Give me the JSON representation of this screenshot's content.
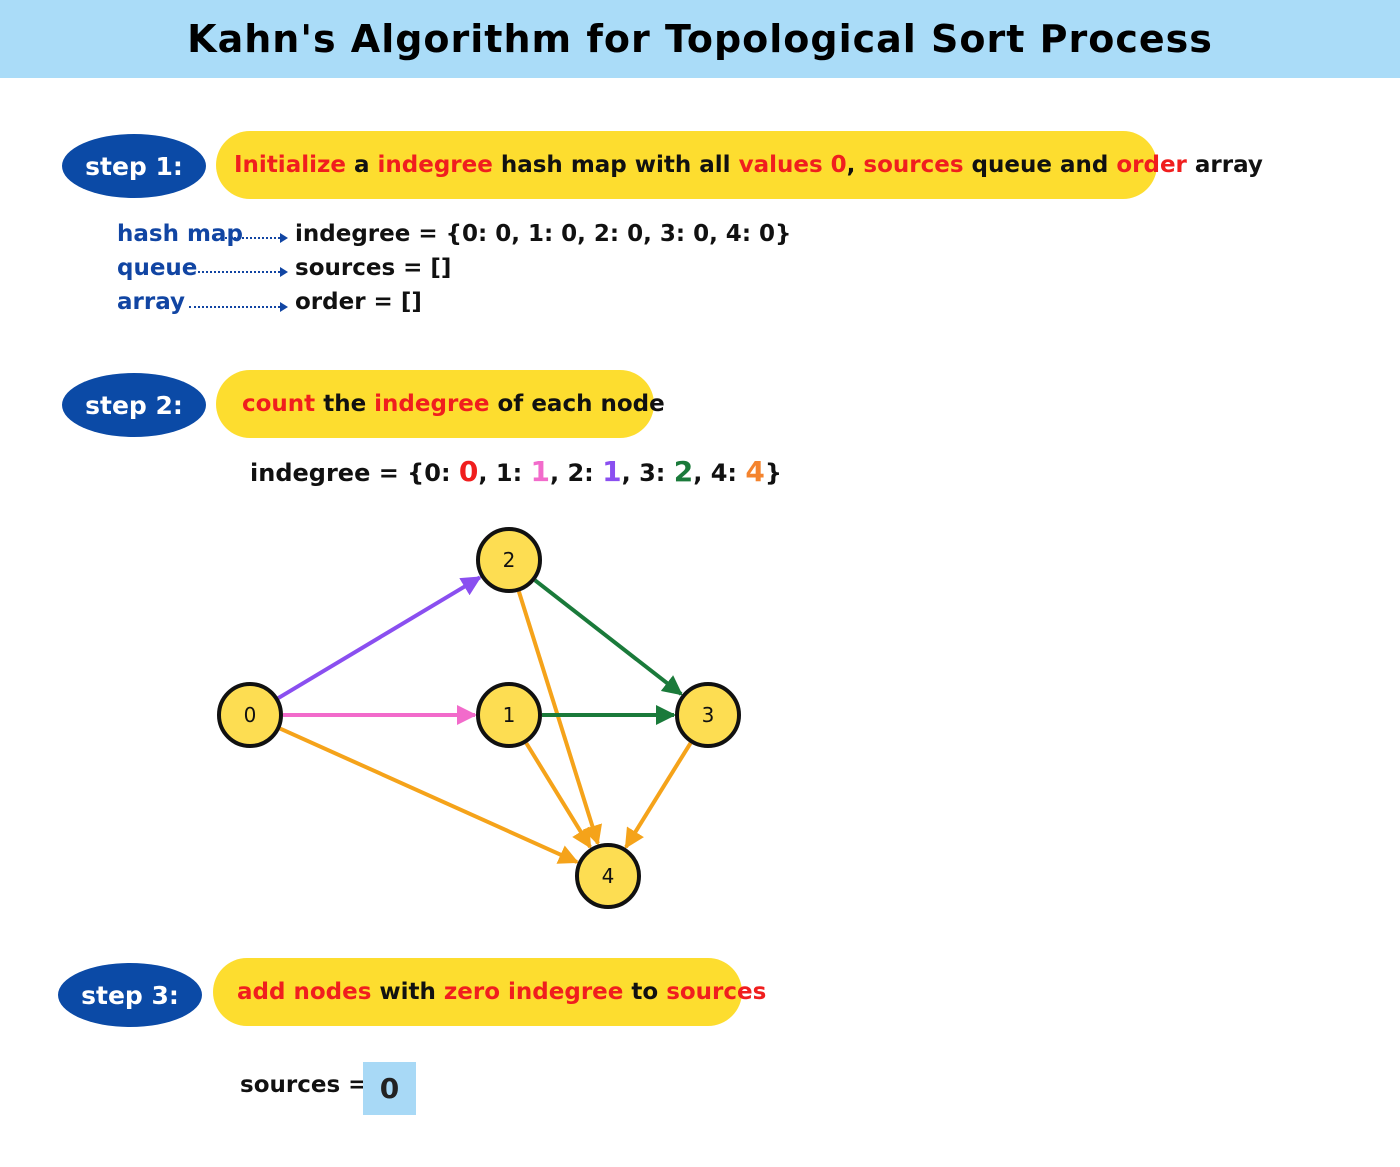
{
  "title": "Kahn's Algorithm for Topological Sort Process",
  "steps": [
    {
      "label": "step 1:",
      "segments": [
        {
          "text": "Initialize",
          "color": "#f01e1e"
        },
        {
          "text": " a ",
          "color": "#111111"
        },
        {
          "text": "indegree",
          "color": "#f01e1e"
        },
        {
          "text": " hash map with all ",
          "color": "#111111"
        },
        {
          "text": "values 0",
          "color": "#f01e1e"
        },
        {
          "text": ", ",
          "color": "#111111"
        },
        {
          "text": "sources",
          "color": "#f01e1e"
        },
        {
          "text": " queue and ",
          "color": "#111111"
        },
        {
          "text": "order",
          "color": "#f01e1e"
        },
        {
          "text": " array",
          "color": "#111111"
        }
      ]
    },
    {
      "label": "step 2:",
      "segments": [
        {
          "text": "count",
          "color": "#f01e1e"
        },
        {
          "text": " the ",
          "color": "#111111"
        },
        {
          "text": "indegree",
          "color": "#f01e1e"
        },
        {
          "text": " of each node",
          "color": "#111111"
        }
      ]
    },
    {
      "label": "step 3:",
      "segments": [
        {
          "text": "add nodes",
          "color": "#f01e1e"
        },
        {
          "text": " with ",
          "color": "#111111"
        },
        {
          "text": "zero indegree",
          "color": "#f01e1e"
        },
        {
          "text": " to ",
          "color": "#111111"
        },
        {
          "text": "sources",
          "color": "#f01e1e"
        }
      ]
    }
  ],
  "structures": [
    {
      "key": "hash map",
      "value": "indegree = {0: 0, 1: 0, 2: 0, 3: 0, 4: 0}"
    },
    {
      "key": "queue",
      "value": "sources = []"
    },
    {
      "key": "array",
      "value": "order = []"
    }
  ],
  "indegree_line": [
    {
      "text": "indegree = {0: ",
      "color": "#111111"
    },
    {
      "text": "0",
      "color": "#f01e1e"
    },
    {
      "text": ", 1: ",
      "color": "#111111"
    },
    {
      "text": "1",
      "color": "#f26bcb"
    },
    {
      "text": ", 2: ",
      "color": "#111111"
    },
    {
      "text": "1",
      "color": "#8a4ff0"
    },
    {
      "text": ", 3: ",
      "color": "#111111"
    },
    {
      "text": "2",
      "color": "#1a7a3a"
    },
    {
      "text": ", 4: ",
      "color": "#111111"
    },
    {
      "text": "4",
      "color": "#f4842e"
    },
    {
      "text": "}",
      "color": "#111111"
    }
  ],
  "graph": {
    "nodes": [
      {
        "id": "0",
        "label": "0"
      },
      {
        "id": "1",
        "label": "1"
      },
      {
        "id": "2",
        "label": "2"
      },
      {
        "id": "3",
        "label": "3"
      },
      {
        "id": "4",
        "label": "4"
      }
    ],
    "edges": [
      {
        "from": "0",
        "to": "2",
        "color": "#8a4ff0"
      },
      {
        "from": "0",
        "to": "1",
        "color": "#f26bcb"
      },
      {
        "from": "0",
        "to": "4",
        "color": "#f5a31a"
      },
      {
        "from": "2",
        "to": "3",
        "color": "#1a7a3a"
      },
      {
        "from": "2",
        "to": "4",
        "color": "#f5a31a"
      },
      {
        "from": "1",
        "to": "3",
        "color": "#1a7a3a"
      },
      {
        "from": "1",
        "to": "4",
        "color": "#f5a31a"
      },
      {
        "from": "3",
        "to": "4",
        "color": "#f5a31a"
      }
    ],
    "node_fill": "#fddd52",
    "node_stroke": "#111111"
  },
  "sources": {
    "label": "sources =",
    "items": [
      "0"
    ]
  },
  "colors": {
    "header_bg": "#aadcf8",
    "step_label_bg": "#0b4aa6",
    "pill_bg": "#fddd2f",
    "key_blue": "#1145a3",
    "highlight_red": "#f01e1e",
    "sources_box": "#a8d9f6"
  }
}
